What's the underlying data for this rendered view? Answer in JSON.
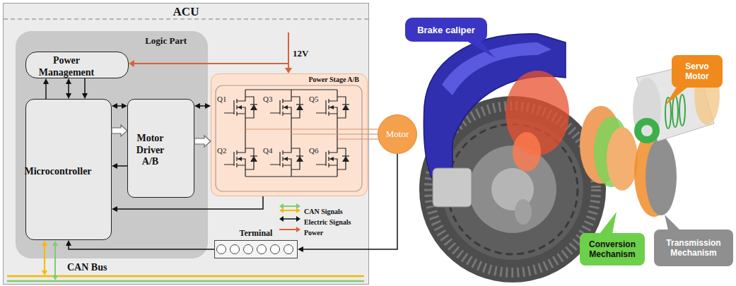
{
  "diagram": {
    "nodes": [
      {
        "text": [
          "ACU"
        ]
      },
      {
        "text": [
          "Logic Part"
        ],
        "in": 0
      },
      {
        "text": [
          "Power Management"
        ],
        "in": 1
      },
      {
        "text": [
          "Microcontroller"
        ],
        "in": 1
      },
      {
        "text": [
          "Motor Driver A/B"
        ],
        "in": 1
      },
      {
        "text": [
          "Power Stage A/B"
        ],
        "in": 0
      },
      {
        "text": [
          "Motor"
        ]
      },
      {
        "text": [
          "Terminal"
        ],
        "in": 0
      },
      {
        "text": [
          "Brake caliper"
        ]
      },
      {
        "text": [
          "Servo Motor"
        ]
      },
      {
        "text": [
          "Conversion Mechanism"
        ]
      },
      {
        "text": [
          "Transmission Mechanism"
        ]
      }
    ],
    "edges": [
      {
        "from": 3,
        "to": 2,
        "arrow": "to"
      },
      {
        "from": 2,
        "to": 3,
        "arrow": "both"
      },
      {
        "from": 2,
        "to": 3,
        "arrow": "to"
      },
      {
        "from": 3,
        "to": 4,
        "arrow": "both"
      },
      {
        "from": 3,
        "to": 4,
        "arrow": "to"
      },
      {
        "from": 4,
        "to": 3,
        "arrow": "to"
      },
      {
        "from": 4,
        "to": 5,
        "arrow": "both"
      },
      {
        "from": 4,
        "to": 5,
        "arrow": "to"
      },
      {
        "from": 5,
        "to": 6,
        "arrow": "none"
      },
      {
        "from": 5,
        "to": 6,
        "arrow": "none"
      },
      {
        "from": 5,
        "to": 6,
        "arrow": "none"
      },
      {
        "from": 5,
        "to": 3,
        "arrow": "to"
      },
      {
        "from": 6,
        "to": 7,
        "arrow": "to"
      },
      {
        "from": 7,
        "to": 3,
        "arrow": "to"
      }
    ],
    "labels": [
      "12V",
      "Q1",
      "Q3",
      "Q5",
      "Q2",
      "Q4",
      "Q6",
      "CAN Bus"
    ],
    "legend": [
      {
        "text": "CAN Signals"
      },
      {
        "text": "Electric Signals"
      },
      {
        "text": "Power"
      }
    ]
  }
}
